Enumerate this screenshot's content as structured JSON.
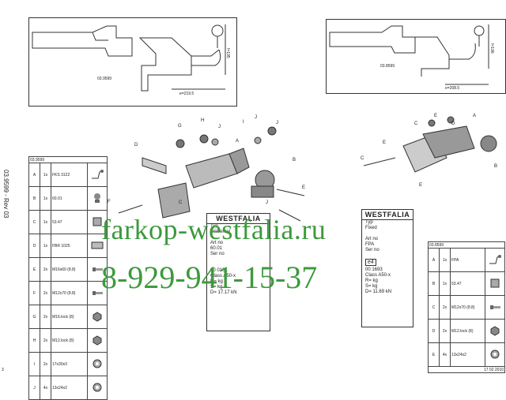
{
  "top_left_drawing": {
    "model_label": "03.9599",
    "height_dim": "f=195",
    "width_dim": "e=219.5"
  },
  "top_right_drawing": {
    "model_label": "03.8599",
    "height_dim": "f=196",
    "width_dim": "e=208.5"
  },
  "side_label": "03.9599 - Rev 03",
  "footnote_mark": "3",
  "left_table": {
    "header": "03.9599",
    "rows": [
      {
        "letter": "A",
        "qty": "1x",
        "name": "FKS 3122"
      },
      {
        "letter": "B",
        "qty": "1x",
        "name": "60.01"
      },
      {
        "letter": "C",
        "qty": "1x",
        "name": "53.47"
      },
      {
        "letter": "D",
        "qty": "1x",
        "name": "FBR 1025"
      },
      {
        "letter": "E",
        "qty": "2x",
        "name": "M16x60 (8.8)"
      },
      {
        "letter": "F",
        "qty": "2x",
        "name": "M12x70 (8.8)"
      },
      {
        "letter": "G",
        "qty": "2x",
        "name": "M16.lock (8)"
      },
      {
        "letter": "H",
        "qty": "2x",
        "name": "M12.lock (8)"
      },
      {
        "letter": "I",
        "qty": "2x",
        "name": "17x30x3"
      },
      {
        "letter": "J",
        "qty": "4x",
        "name": "13x24x2"
      }
    ]
  },
  "right_table": {
    "header": "03.8599",
    "footer": "17 02 2010",
    "rows": [
      {
        "letter": "A",
        "qty": "1x",
        "name": "FPA"
      },
      {
        "letter": "B",
        "qty": "1x",
        "name": "53.47"
      },
      {
        "letter": "C",
        "qty": "2x",
        "name": "M12x70 (8.8)"
      },
      {
        "letter": "D",
        "qty": "2x",
        "name": "M12.lock (8)"
      },
      {
        "letter": "E",
        "qty": "4x",
        "name": "13x24x2"
      }
    ]
  },
  "plate_left": {
    "brand": "WESTFALIA",
    "lines": [
      "Typ",
      "Universal",
      "",
      "Art no",
      "60.01",
      "Ser no",
      "",
      "",
      "00 0101",
      "Class A50-x",
      "R=        kg",
      "S=        kg",
      "D= 17.17  kN"
    ]
  },
  "plate_right": {
    "brand": "WESTFALIA",
    "lines": [
      "Typ",
      "Fixed",
      "",
      "Art no",
      "FPA",
      "Ser no"
    ],
    "badge": "e4",
    "lines2": [
      "00 1693",
      "Class A50-x",
      "R=        kg",
      "S=        kg",
      "D= 11.69  kN"
    ]
  },
  "callouts_center": [
    "G",
    "H",
    "A",
    "J",
    "I",
    "J",
    "B",
    "E",
    "D",
    "F",
    "C",
    "J",
    "J"
  ],
  "callouts_right": [
    "E",
    "D",
    "A",
    "C",
    "B",
    "E",
    "C",
    "E"
  ],
  "watermark": {
    "line1": "farkop-westfalia.ru",
    "line2": "8-929-941-15-37"
  }
}
